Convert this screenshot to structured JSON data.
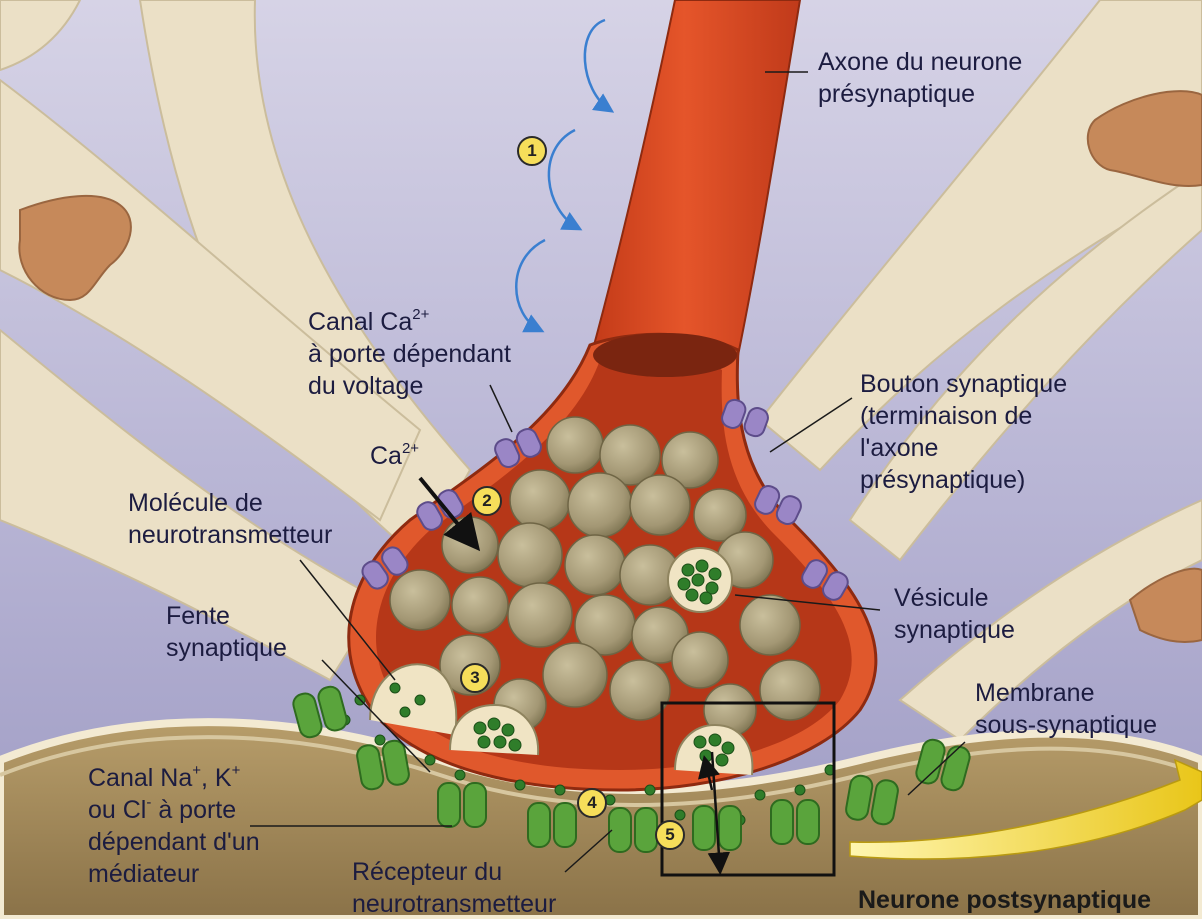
{
  "labels": {
    "axone": [
      "Axone du neurone",
      "présynaptique"
    ],
    "canal_ca": {
      "line1_base": "Canal Ca",
      "line1_sup": "2+",
      "line2": "à porte dépendant",
      "line3": "du voltage"
    },
    "ca_ion": {
      "base": "Ca",
      "sup": "2+"
    },
    "bouton": [
      "Bouton synaptique",
      "(terminaison de",
      "l'axone",
      "présynaptique)"
    ],
    "molecule": [
      "Molécule de",
      "neurotransmetteur"
    ],
    "vesicule": [
      "Vésicule",
      "synaptique"
    ],
    "fente": [
      "Fente",
      "synaptique"
    ],
    "membrane": [
      "Membrane",
      "sous-synaptique"
    ],
    "canal_na": {
      "line1": {
        "a": "Canal Na",
        "a_sup": "+",
        "b": ", K",
        "b_sup": "+"
      },
      "line2": {
        "a": "ou Cl",
        "a_sup": "-",
        "b": " à porte"
      },
      "line3": "dépendant d'un",
      "line4": "médiateur"
    },
    "recepteur": [
      "Récepteur du",
      "neurotransmetteur"
    ],
    "postsynaptique": "Neurone postsynaptique"
  },
  "steps": [
    "1",
    "2",
    "3",
    "4",
    "5"
  ],
  "colors": {
    "background": "#b7b4d4",
    "dendrite": "#ebe0c6",
    "axon": "#d9451f",
    "terminal_inner": "#b83a1c",
    "vesicle": "#a39774",
    "neurotransmitter": "#2f7d2a",
    "ca_channel": "#9a86c6",
    "receptor": "#5aa43c",
    "postsynaptic": "#a48c5e",
    "step_badge": "#f6de5a",
    "label_text": "#1c1c40"
  }
}
